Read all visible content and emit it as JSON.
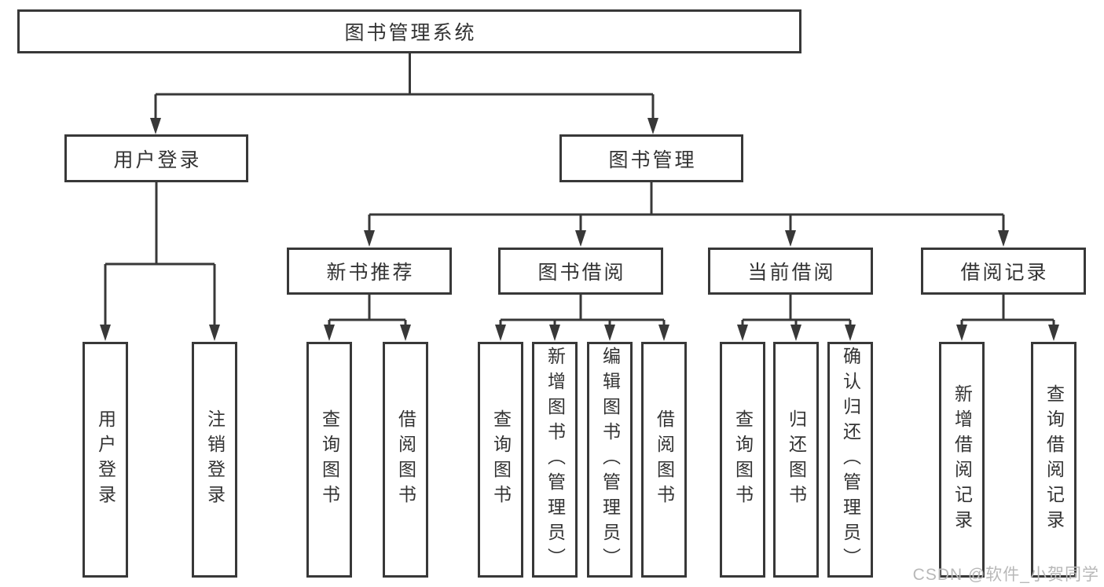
{
  "diagram": {
    "root": {
      "label": "图书管理系统"
    },
    "branches": [
      {
        "label": "用户登录",
        "children": [
          "用户登录",
          "注销登录"
        ]
      },
      {
        "label": "图书管理",
        "sections": [
          {
            "label": "新书推荐",
            "children": [
              "查询图书",
              "借阅图书"
            ]
          },
          {
            "label": "图书借阅",
            "children": [
              "查询图书",
              "新增图书（管理员）",
              "编辑图书（管理员）",
              "借阅图书"
            ]
          },
          {
            "label": "当前借阅",
            "children": [
              "查询图书",
              "归还图书",
              "确认归还（管理员）"
            ]
          },
          {
            "label": "借阅记录",
            "children": [
              "新增借阅记录",
              "查询借阅记录"
            ]
          }
        ]
      }
    ]
  },
  "watermark": {
    "text": "CSDN @软件_小贺同学"
  },
  "colors": {
    "line": "#383838",
    "box_border": "#383838",
    "text": "#333333",
    "watermark": "#b8b8b8",
    "background": "#ffffff"
  }
}
